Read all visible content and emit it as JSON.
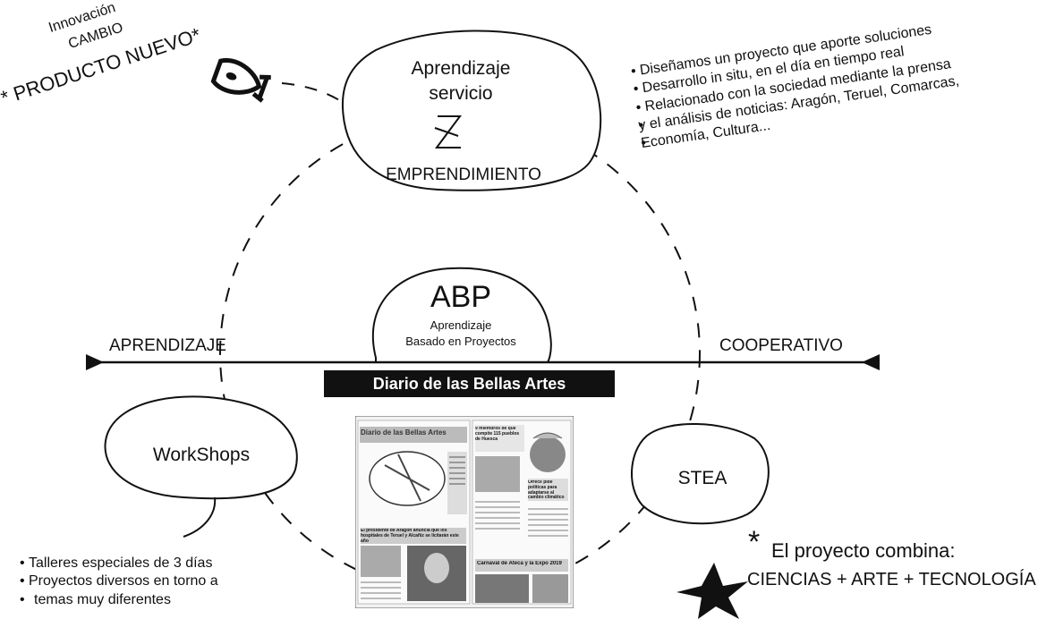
{
  "diagram": {
    "innovation": {
      "top": "Innovación",
      "bottom": "CAMBIO",
      "product": "* PRODUCTO NUEVO*"
    },
    "top_node": {
      "line1": "Aprendizaje",
      "line2": "servicio",
      "line3": "EMPRENDIMIENTO"
    },
    "top_notes": [
      "Diseñamos un proyecto que aporte soluciones",
      "Desarrollo in situ, en el día en tiempo real",
      "Relacionado con la sociedad mediante la prensa",
      "y el análisis  de noticias: Aragón, Teruel, Comarcas,",
      "Economía, Cultura..."
    ],
    "center": {
      "title": "ABP",
      "line1": "Aprendizaje",
      "line2": "Basado en Proyectos"
    },
    "axis": {
      "left": "APRENDIZAJE",
      "right": "COOPERATIVO"
    },
    "banner": "Diario de las Bellas Artes",
    "left_node": "WorkShops",
    "right_node": "STEA",
    "left_notes": [
      "Talleres especiales de 3 días",
      "Proyectos diversos en torno a",
      "temas muy diferentes"
    ],
    "combo": {
      "star": "*",
      "line1": "El proyecto combina:",
      "line2": "CIENCIAS + ARTE + TECNOLOGÍA"
    },
    "newspaper": {
      "masthead": "Diario de las Bellas Artes",
      "headline_left": "El presidente de Aragón anuncia que los hospitales de Teruel y Alcañiz se licitarán este año",
      "headline_right_top": "9 miembros de que compite 115 pueblos de Huesca",
      "headline_right_mid": "Ofrece pide políticas para adaptarse al cambio climático",
      "headline_bottom": "Carnaval de Ateca y la Expo 2019"
    }
  }
}
